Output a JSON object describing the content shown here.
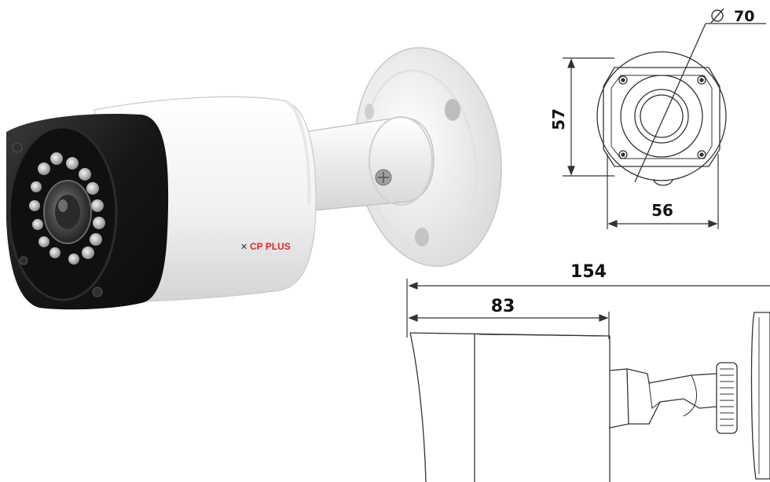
{
  "product": {
    "brand_label": "CP PLUS"
  },
  "front_view": {
    "diameter_label": "70",
    "height_label": "57",
    "width_label": "56"
  },
  "side_view": {
    "overall_length_label": "154",
    "housing_length_label": "83"
  },
  "colors": {
    "brand_red": "#e0262b",
    "camera_body": "#f2f2f2",
    "camera_shroud": "#1c1c1c",
    "line_art": "#333333"
  }
}
